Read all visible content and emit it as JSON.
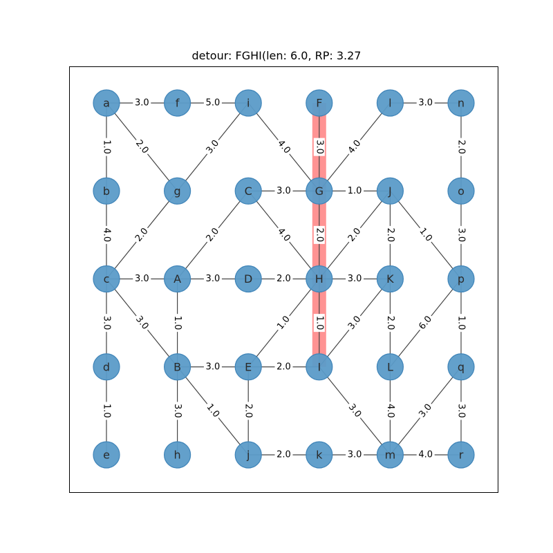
{
  "title": "detour: FGHI(len: 6.0, RP: 3.27",
  "colors": {
    "node": "#5b9bc8",
    "edge": "#444444",
    "highlight": "#ff8080"
  },
  "nodes": [
    {
      "id": "a",
      "col": 0,
      "row": 0
    },
    {
      "id": "f",
      "col": 1,
      "row": 0
    },
    {
      "id": "i",
      "col": 2,
      "row": 0
    },
    {
      "id": "F",
      "col": 3,
      "row": 0
    },
    {
      "id": "l",
      "col": 4,
      "row": 0
    },
    {
      "id": "n",
      "col": 5,
      "row": 0
    },
    {
      "id": "b",
      "col": 0,
      "row": 1
    },
    {
      "id": "g",
      "col": 1,
      "row": 1
    },
    {
      "id": "C",
      "col": 2,
      "row": 1
    },
    {
      "id": "G",
      "col": 3,
      "row": 1
    },
    {
      "id": "J",
      "col": 4,
      "row": 1
    },
    {
      "id": "o",
      "col": 5,
      "row": 1
    },
    {
      "id": "c",
      "col": 0,
      "row": 2
    },
    {
      "id": "A",
      "col": 1,
      "row": 2
    },
    {
      "id": "D",
      "col": 2,
      "row": 2
    },
    {
      "id": "H",
      "col": 3,
      "row": 2
    },
    {
      "id": "K",
      "col": 4,
      "row": 2
    },
    {
      "id": "p",
      "col": 5,
      "row": 2
    },
    {
      "id": "d",
      "col": 0,
      "row": 3
    },
    {
      "id": "B",
      "col": 1,
      "row": 3
    },
    {
      "id": "E",
      "col": 2,
      "row": 3
    },
    {
      "id": "I",
      "col": 3,
      "row": 3
    },
    {
      "id": "L",
      "col": 4,
      "row": 3
    },
    {
      "id": "q",
      "col": 5,
      "row": 3
    },
    {
      "id": "e",
      "col": 0,
      "row": 4
    },
    {
      "id": "h",
      "col": 1,
      "row": 4
    },
    {
      "id": "j",
      "col": 2,
      "row": 4
    },
    {
      "id": "k",
      "col": 3,
      "row": 4
    },
    {
      "id": "m",
      "col": 4,
      "row": 4
    },
    {
      "id": "r",
      "col": 5,
      "row": 4
    }
  ],
  "edges": [
    {
      "from": "a",
      "to": "f",
      "weight": "3.0"
    },
    {
      "from": "f",
      "to": "i",
      "weight": "5.0"
    },
    {
      "from": "l",
      "to": "n",
      "weight": "3.0"
    },
    {
      "from": "a",
      "to": "b",
      "weight": "1.0"
    },
    {
      "from": "a",
      "to": "g",
      "weight": "2.0"
    },
    {
      "from": "i",
      "to": "g",
      "weight": "3.0"
    },
    {
      "from": "i",
      "to": "G",
      "weight": "4.0"
    },
    {
      "from": "F",
      "to": "G",
      "weight": "3.0"
    },
    {
      "from": "l",
      "to": "G",
      "weight": "4.0"
    },
    {
      "from": "n",
      "to": "o",
      "weight": "2.0"
    },
    {
      "from": "C",
      "to": "G",
      "weight": "3.0"
    },
    {
      "from": "G",
      "to": "J",
      "weight": "1.0"
    },
    {
      "from": "b",
      "to": "c",
      "weight": "4.0"
    },
    {
      "from": "g",
      "to": "c",
      "weight": "2.0"
    },
    {
      "from": "C",
      "to": "A",
      "weight": "2.0"
    },
    {
      "from": "C",
      "to": "H",
      "weight": "4.0"
    },
    {
      "from": "G",
      "to": "H",
      "weight": "2.0"
    },
    {
      "from": "J",
      "to": "H",
      "weight": "2.0"
    },
    {
      "from": "J",
      "to": "K",
      "weight": "2.0"
    },
    {
      "from": "J",
      "to": "p",
      "weight": "1.0"
    },
    {
      "from": "o",
      "to": "p",
      "weight": "3.0"
    },
    {
      "from": "c",
      "to": "A",
      "weight": "3.0"
    },
    {
      "from": "A",
      "to": "D",
      "weight": "3.0"
    },
    {
      "from": "D",
      "to": "H",
      "weight": "2.0"
    },
    {
      "from": "H",
      "to": "K",
      "weight": "3.0"
    },
    {
      "from": "c",
      "to": "d",
      "weight": "3.0"
    },
    {
      "from": "c",
      "to": "B",
      "weight": "3.0"
    },
    {
      "from": "A",
      "to": "B",
      "weight": "1.0"
    },
    {
      "from": "H",
      "to": "E",
      "weight": "1.0"
    },
    {
      "from": "H",
      "to": "I",
      "weight": "1.0"
    },
    {
      "from": "K",
      "to": "I",
      "weight": "3.0"
    },
    {
      "from": "K",
      "to": "L",
      "weight": "2.0"
    },
    {
      "from": "p",
      "to": "L",
      "weight": "6.0"
    },
    {
      "from": "p",
      "to": "q",
      "weight": "1.0"
    },
    {
      "from": "B",
      "to": "E",
      "weight": "3.0"
    },
    {
      "from": "E",
      "to": "I",
      "weight": "2.0"
    },
    {
      "from": "d",
      "to": "e",
      "weight": "1.0"
    },
    {
      "from": "B",
      "to": "h",
      "weight": "3.0"
    },
    {
      "from": "B",
      "to": "j",
      "weight": "1.0"
    },
    {
      "from": "E",
      "to": "j",
      "weight": "2.0"
    },
    {
      "from": "I",
      "to": "m",
      "weight": "3.0"
    },
    {
      "from": "L",
      "to": "m",
      "weight": "4.0"
    },
    {
      "from": "q",
      "to": "m",
      "weight": "3.0"
    },
    {
      "from": "q",
      "to": "r",
      "weight": "3.0"
    },
    {
      "from": "j",
      "to": "k",
      "weight": "2.0"
    },
    {
      "from": "k",
      "to": "m",
      "weight": "3.0"
    },
    {
      "from": "m",
      "to": "r",
      "weight": "4.0"
    }
  ],
  "highlight_path": [
    "F",
    "G",
    "H",
    "I"
  ]
}
